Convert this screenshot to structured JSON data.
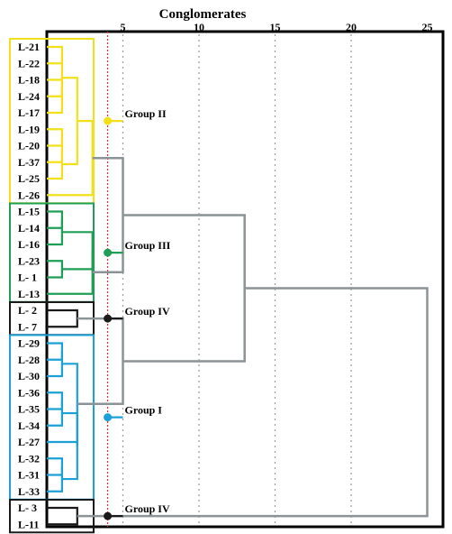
{
  "chart_data": {
    "type": "dendrogram",
    "title": "Conglomerates",
    "x_ticks": [
      "5",
      "10",
      "15",
      "20",
      "25"
    ],
    "xlim": [
      0,
      25
    ],
    "cutoff_distance": 4.0,
    "colors": {
      "group_ii": "#f2e01a",
      "group_iii": "#1f9e55",
      "group_iv": "#1a1a1a",
      "group_i": "#1ba0d8",
      "upper": "#8c9396",
      "cutoff_line": "#e0302a",
      "grid": "#9a9a9a"
    },
    "leaves": [
      "L-21",
      "L-22",
      "L-18",
      "L-24",
      "L-17",
      "L-19",
      "L-20",
      "L-37",
      "L-25",
      "L-26",
      "L-15",
      "L-14",
      "L-16",
      "L-23",
      "L- 1",
      "L-13",
      "L- 2",
      "L- 7",
      "L-29",
      "L-28",
      "L-30",
      "L-36",
      "L-35",
      "L-34",
      "L-27",
      "L-32",
      "L-31",
      "L-33",
      "L- 3",
      "L-11"
    ],
    "groups": [
      {
        "label": "Group II",
        "first": 0,
        "last": 9,
        "color": "group_ii"
      },
      {
        "label": "Group III",
        "first": 10,
        "last": 15,
        "color": "group_iii"
      },
      {
        "label": "Group IV",
        "first": 16,
        "last": 17,
        "color": "group_iv"
      },
      {
        "label": "Group I",
        "first": 18,
        "last": 27,
        "color": "group_i"
      },
      {
        "label": "Group IV",
        "first": 28,
        "last": 29,
        "color": "group_iv"
      }
    ],
    "merges": [
      {
        "a": "L0",
        "b": "L1",
        "h": 1.0,
        "c": "group_ii"
      },
      {
        "a": "L2",
        "b": "L3",
        "h": 1.0,
        "c": "group_ii"
      },
      {
        "a": "m1",
        "b": "L4",
        "h": 1.0,
        "c": "group_ii"
      },
      {
        "a": "m0",
        "b": "m2",
        "h": 1.0,
        "c": "group_ii"
      },
      {
        "a": "L5",
        "b": "L6",
        "h": 1.0,
        "c": "group_ii"
      },
      {
        "a": "m4",
        "b": "L7",
        "h": 1.0,
        "c": "group_ii"
      },
      {
        "a": "m5",
        "b": "L8",
        "h": 1.0,
        "c": "group_ii"
      },
      {
        "a": "m3",
        "b": "m6",
        "h": 2.0,
        "c": "group_ii"
      },
      {
        "a": "m7",
        "b": "L9",
        "h": 3.0,
        "c": "group_ii"
      },
      {
        "a": "L10",
        "b": "L11",
        "h": 1.0,
        "c": "group_iii"
      },
      {
        "a": "m9",
        "b": "L12",
        "h": 1.0,
        "c": "group_iii"
      },
      {
        "a": "L13",
        "b": "L14",
        "h": 1.0,
        "c": "group_iii"
      },
      {
        "a": "m10",
        "b": "m11",
        "h": 3.0,
        "c": "group_iii"
      },
      {
        "a": "m12",
        "b": "L15",
        "h": 3.0,
        "c": "group_iii"
      },
      {
        "a": "L16",
        "b": "L17",
        "h": 2.0,
        "c": "group_iv"
      },
      {
        "a": "L18",
        "b": "L19",
        "h": 1.0,
        "c": "group_i"
      },
      {
        "a": "m15",
        "b": "L20",
        "h": 1.0,
        "c": "group_i"
      },
      {
        "a": "L21",
        "b": "L22",
        "h": 1.0,
        "c": "group_i"
      },
      {
        "a": "m17",
        "b": "L23",
        "h": 1.0,
        "c": "group_i"
      },
      {
        "a": "L25",
        "b": "L26",
        "h": 1.0,
        "c": "group_i"
      },
      {
        "a": "m19",
        "b": "L27",
        "h": 1.0,
        "c": "group_i"
      },
      {
        "a": "m18",
        "b": "m20",
        "h": 2.0,
        "c": "group_i"
      },
      {
        "a": "m21",
        "b": "L24",
        "h": 2.0,
        "c": "group_i"
      },
      {
        "a": "m16",
        "b": "m22",
        "h": 2.0,
        "c": "group_i"
      },
      {
        "a": "L28",
        "b": "L29",
        "h": 2.0,
        "c": "group_iv"
      },
      {
        "a": "m8",
        "b": "m13",
        "h": 5.0,
        "c": "upper"
      },
      {
        "a": "m14",
        "b": "m23",
        "h": 5.0,
        "c": "upper"
      },
      {
        "a": "m25",
        "b": "m26",
        "h": 13.0,
        "c": "upper"
      },
      {
        "a": "m27",
        "b": "m24",
        "h": 25.0,
        "c": "upper"
      }
    ],
    "grid": true
  }
}
